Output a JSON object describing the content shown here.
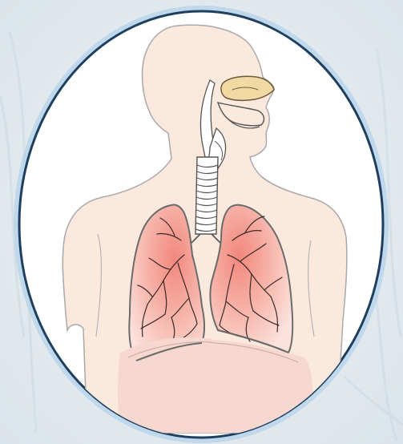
{
  "colors": {
    "background": "#e4ebf0",
    "background_swirl": "#d2dde6",
    "frame_outer_glow": "#9fc3e4",
    "frame_border": "#1f3f5f",
    "frame_fill": "#ffffff",
    "skin": "#fbe9dd",
    "skin_outline": "#a9a9a9",
    "lung_fill": "#f7b8ae",
    "lung_core": "#f2877c",
    "lung_outline": "#6b6b6b",
    "bronchi": "#3a2a2a",
    "nasal_cavity": "#f1d9a4",
    "airway_outline": "#555555",
    "diaphragm": "#f6d8d0"
  },
  "diagram": {
    "subject": "human-respiratory-system",
    "parts": [
      "head",
      "nasal-cavity",
      "pharynx",
      "trachea",
      "left-lung",
      "right-lung",
      "bronchi",
      "diaphragm",
      "torso"
    ]
  }
}
